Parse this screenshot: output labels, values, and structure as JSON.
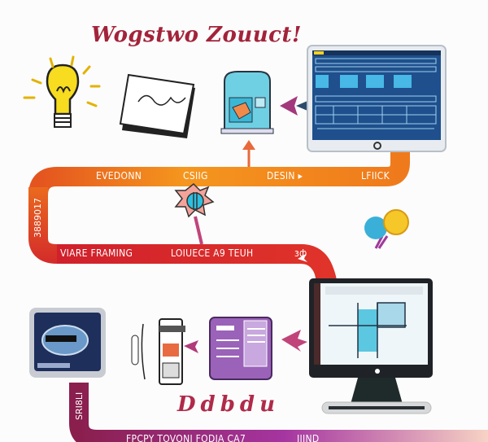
{
  "title": "Wogstwo Zouuct!",
  "top_band": {
    "labels": [
      "EVEDONN",
      "CSIIG",
      "DESIN ▸",
      "LFIICK"
    ]
  },
  "left_band_label": "3889017",
  "middle_band": {
    "labels": [
      "VIARE FRAMING",
      "LOIUECE A9 TEUH",
      "зф"
    ]
  },
  "bottom_scribble": "Ddbdu",
  "bottom_left_label": "SRI8LI",
  "bottom_band": {
    "labels": [
      "FPCPY TOVONI FODIA CA7",
      "IIIND"
    ]
  },
  "icons": [
    "lightbulb-icon",
    "sketch-paper-icon",
    "wireframe-device-icon",
    "desktop-dashboard-icon",
    "compass-icon",
    "balloons-icon",
    "monitor-icon",
    "mobile-device-icon",
    "document-icon",
    "web-monitor-icon"
  ],
  "colors": {
    "orange": "#f28c1e",
    "red": "#d8282a",
    "purple": "#8e2a7e",
    "title": "#a3233a"
  }
}
